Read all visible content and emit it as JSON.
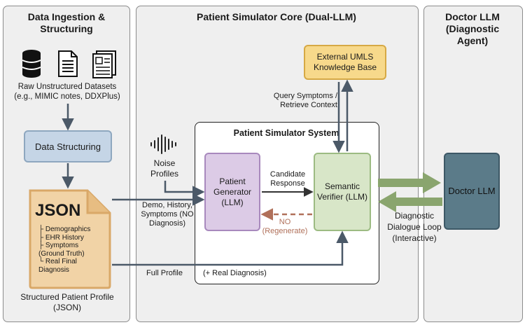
{
  "panels": {
    "ingestion": {
      "title": "Data Ingestion & Structuring"
    },
    "core": {
      "title": "Patient Simulator Core (Dual-LLM)"
    },
    "doctor": {
      "title": "Doctor LLM (Diagnostic Agent)"
    }
  },
  "ingestion": {
    "icons": [
      "database-icon",
      "document-icon",
      "form-document-icon"
    ],
    "raw_datasets": "Raw Unstructured Datasets (e.g., MIMIC notes, DDXPlus)",
    "data_structuring": "Data Structuring",
    "json_badge": "JSON",
    "json_items": [
      "Demographics",
      "EHR History",
      "Symptoms (Ground Truth)",
      "Real Final Diagnosis"
    ],
    "structured_profile": "Structured Patient Profile (JSON)"
  },
  "core": {
    "umls": "External UMLS Knowledge Base",
    "query_label": "Query Symptoms / Retrieve Context",
    "system_title": "Patient Simulator System",
    "noise_icon": "waveform-icon",
    "noise_label": "Noise Profiles",
    "patient_generator": "Patient Generator (LLM)",
    "semantic_verifier": "Semantic Verifier (LLM)",
    "candidate_response": "Candidate Response",
    "no_regenerate": "NO (Regenerate)",
    "demo_label": "Demo, History, Symptoms (NO Diagnosis)",
    "full_profile": "Full Profile",
    "real_diagnosis": "(+ Real Diagnosis)"
  },
  "doctor": {
    "doctor_llm": "Doctor LLM",
    "dialogue_loop": "Diagnostic Dialogue Loop (Interactive)"
  },
  "colors": {
    "panel_bg": "#efefef",
    "structuring_blue": "#c5d5e6",
    "umls_yellow": "#f7d98b",
    "generator_purple": "#dccbe6",
    "verifier_green": "#d8e6c8",
    "doctor_teal": "#5b7b89",
    "json_orange": "#f1d3a6",
    "regenerate_red": "#b0705a",
    "dialogue_green": "#8aa56e"
  }
}
